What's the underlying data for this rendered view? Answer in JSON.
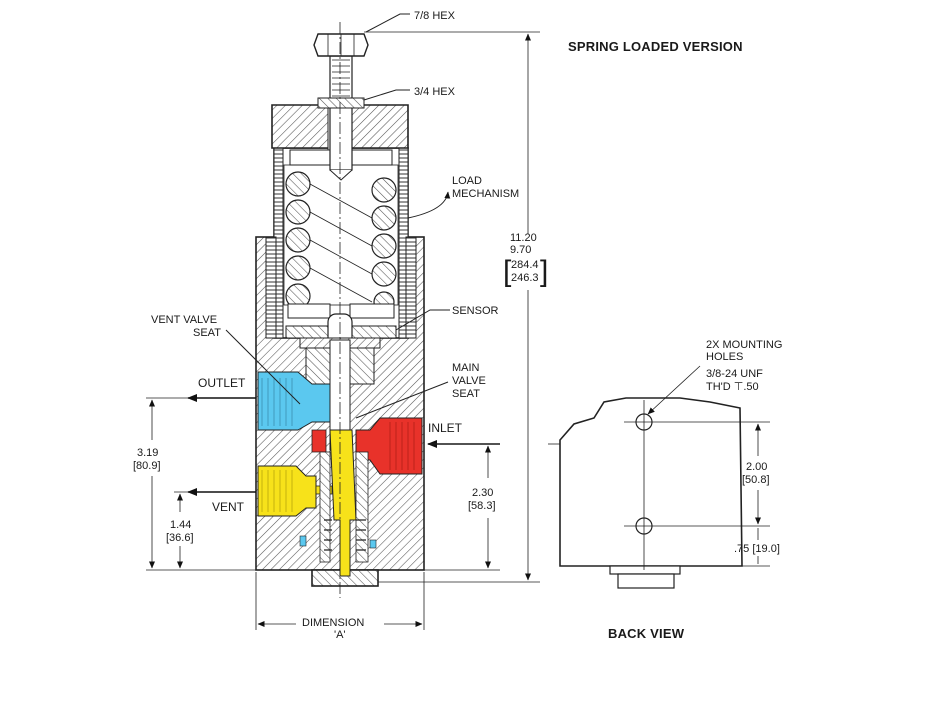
{
  "titles": {
    "main": "SPRING LOADED VERSION",
    "back_view": "BACK VIEW"
  },
  "callouts": {
    "hex_top": "7/8 HEX",
    "hex_lower": "3/4 HEX",
    "load_mechanism": [
      "LOAD",
      "MECHANISM"
    ],
    "sensor": "SENSOR",
    "vent_valve_seat": [
      "VENT VALVE",
      "SEAT"
    ],
    "main_valve_seat": [
      "MAIN",
      "VALVE",
      "SEAT"
    ]
  },
  "ports": {
    "outlet": "OUTLET",
    "inlet": "INLET",
    "vent": "VENT"
  },
  "dimensions": {
    "overall_height": [
      "11.20",
      "9.70"
    ],
    "overall_height_mm": [
      "284.4",
      "246.3"
    ],
    "outlet_height": [
      "3.19",
      "[80.9]"
    ],
    "vent_height": [
      "1.44",
      "[36.6]"
    ],
    "inlet_height": [
      "2.30",
      "[58.3]"
    ],
    "width": [
      "DIMENSION",
      "'A'"
    ]
  },
  "back_view": {
    "mounting_holes": [
      "2X MOUNTING",
      "HOLES",
      "3/8-24 UNF",
      "TH'D ⊤.50"
    ],
    "hole_spacing": [
      "2.00",
      "[50.8]"
    ],
    "bottom_offset": ".75 [19.0]"
  },
  "colors": {
    "outlet_port": "#5bc8ef",
    "inlet_port": "#e8322a",
    "vent_port": "#f7e21a",
    "hatch": "#444444"
  }
}
